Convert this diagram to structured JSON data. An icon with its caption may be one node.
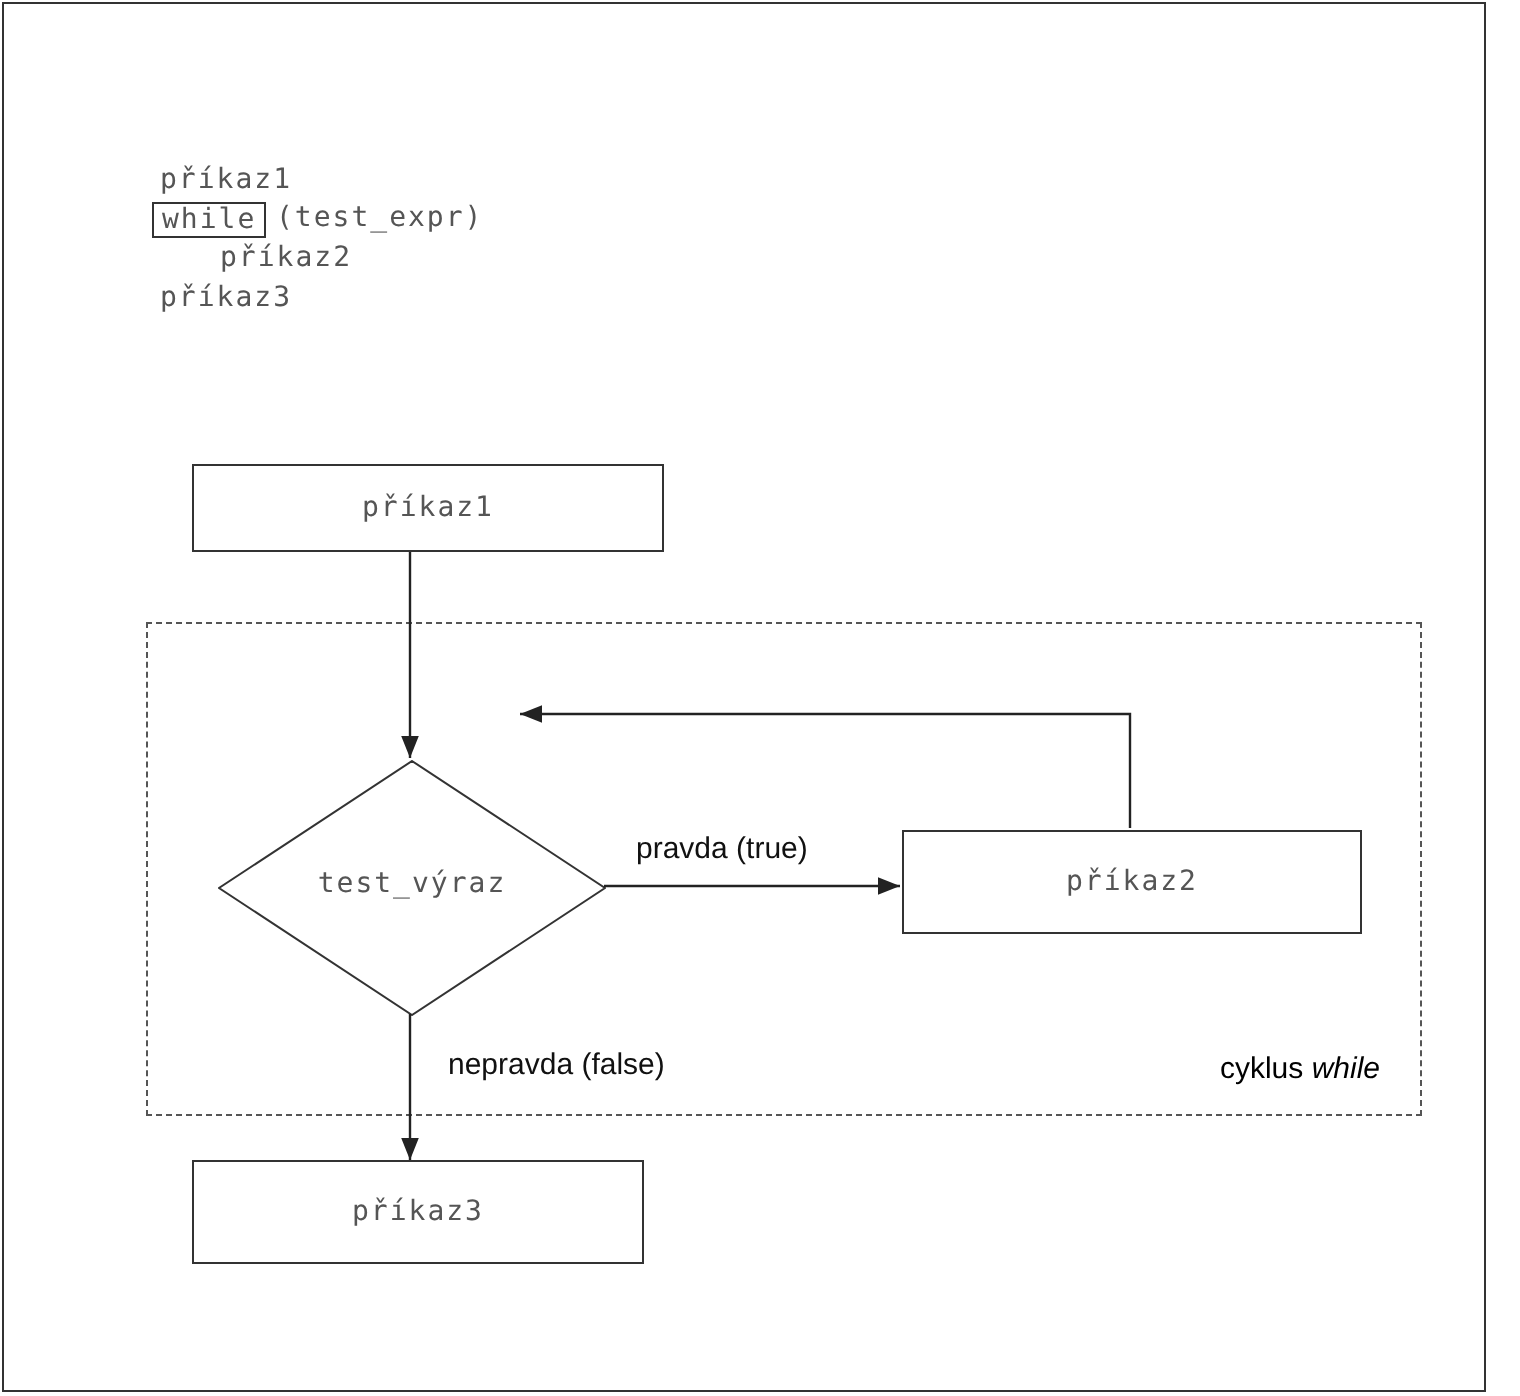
{
  "diagram": {
    "nodes": [
      {
        "text": [
          "příkaz1"
        ]
      },
      {
        "text": [
          "cyklus *while*"
        ]
      },
      {
        "text": [
          "test_výraz"
        ],
        "in": 1
      },
      {
        "text": [
          "příkaz2"
        ],
        "in": 1
      },
      {
        "text": [
          "příkaz3"
        ]
      }
    ],
    "edges": [
      {
        "from": 0,
        "to": 2,
        "arrow": "to"
      },
      {
        "from": 2,
        "to": 3,
        "arrow": "to",
        "label": "pravda (true)"
      },
      {
        "from": 3,
        "to": null,
        "arrow": "to"
      },
      {
        "from": 2,
        "to": 4,
        "arrow": "to",
        "label": "nepravda (false)"
      }
    ],
    "labels": [
      "příkaz1",
      "while",
      "(test_expr)",
      "příkaz2",
      "příkaz3"
    ]
  }
}
